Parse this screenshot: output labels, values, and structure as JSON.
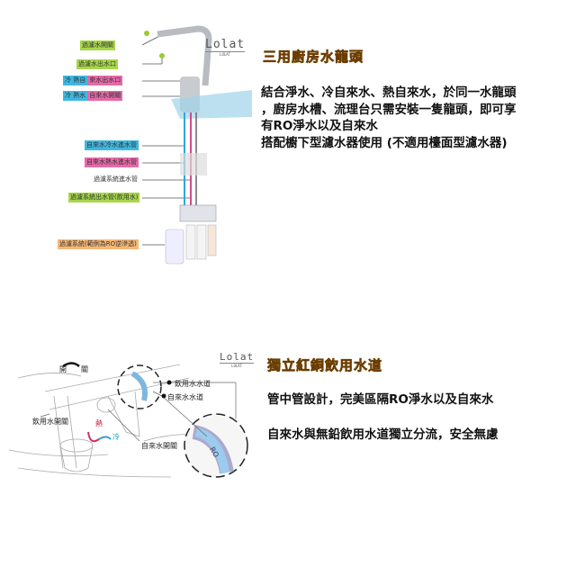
{
  "section1": {
    "logo": "Lolat",
    "logo_sub": "LOLAT",
    "labels": {
      "filter_switch": "過濾水開關",
      "filter_outlet": "過濾水出水口",
      "tap_outlet_a": "冷 熱自",
      "tap_outlet_b": "來水出水口",
      "tap_switch_a": "冷 熱水",
      "tap_switch_b": "自來水開關",
      "cold_inlet": "自來水冷水進水管",
      "hot_inlet": "自來水熱水進水管",
      "filter_inlet": "過濾系統進水管",
      "filter_outlet_pipe": "過濾系統出水管(飲用水)",
      "filter_system": "過濾系統(範例為RO逆滲透)"
    },
    "title": "三用廚房水龍頭",
    "lines": [
      "結合淨水、冷自來水、熱自來水，於同一水龍頭",
      "，廚房水槽、流理台只需安裝一隻龍頭，即可享",
      "有RO淨水以及自來水",
      "搭配櫥下型濾水器使用 (不適用檯面型濾水器)"
    ]
  },
  "section2": {
    "logo": "Lolat",
    "logo_sub": "LOLAT",
    "labels": {
      "open": "開",
      "close": "關",
      "drinking_switch": "飲用水開關",
      "drinking_channel": "飲用水水道",
      "tap_channel": "自來水水道",
      "tap_switch": "自來水開關",
      "hot": "熱",
      "cold": "冷",
      "ro": "RO"
    },
    "title": "獨立紅銅飲用水道",
    "lines": [
      "管中管設計，完美區隔RO淨水以及自來水",
      "自來水與無鉛飲用水道獨立分流，安全無慮"
    ]
  }
}
